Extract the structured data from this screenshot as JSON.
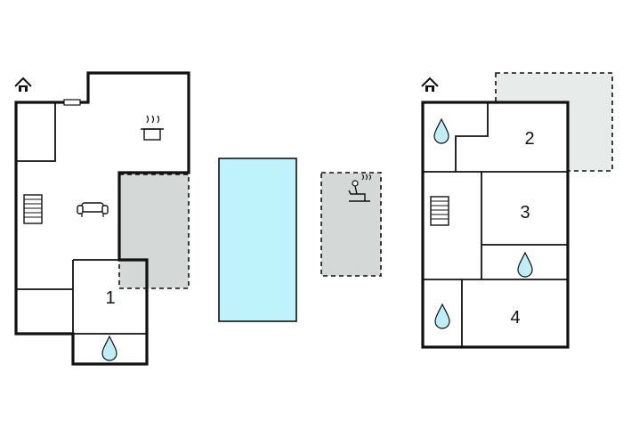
{
  "plans": [
    {
      "id": "ground",
      "rooms": [
        {
          "label": "1"
        }
      ],
      "icons": [
        "entrance-icon",
        "kitchen-pot-icon",
        "sofa-icon",
        "stairs-icon",
        "water-drop-icon"
      ],
      "areas": [
        "terrace",
        "pool"
      ]
    },
    {
      "id": "upper",
      "rooms": [
        {
          "label": "2"
        },
        {
          "label": "3"
        },
        {
          "label": "4"
        }
      ],
      "icons": [
        "entrance-icon",
        "stairs-icon",
        "water-drop-icon",
        "water-drop-icon",
        "water-drop-icon"
      ],
      "areas": [
        "balcony"
      ]
    }
  ],
  "sauna": {
    "icon": "sauna-icon"
  },
  "colors": {
    "wall": "#111111",
    "terrace_fill": "#d4d8d7",
    "balcony_fill": "#e7ecea",
    "pool_fill": "#bff3fb",
    "water_drop": "#bfeef7"
  }
}
